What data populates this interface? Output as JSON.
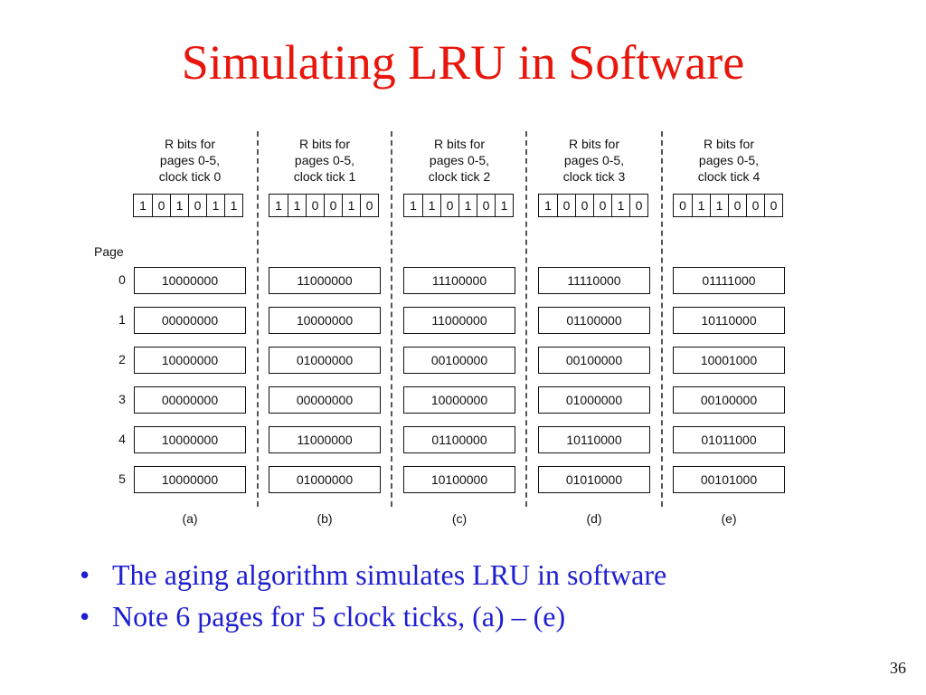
{
  "title": "Simulating LRU in Software",
  "page_label": "Page",
  "page_numbers": [
    "0",
    "1",
    "2",
    "3",
    "4",
    "5"
  ],
  "columns": [
    {
      "header": [
        "R bits for",
        "pages 0-5,",
        "clock tick 0"
      ],
      "r_bits": [
        "1",
        "0",
        "1",
        "0",
        "1",
        "1"
      ],
      "counters": [
        "10000000",
        "00000000",
        "10000000",
        "00000000",
        "10000000",
        "10000000"
      ],
      "label": "(a)"
    },
    {
      "header": [
        "R bits for",
        "pages 0-5,",
        "clock tick 1"
      ],
      "r_bits": [
        "1",
        "1",
        "0",
        "0",
        "1",
        "0"
      ],
      "counters": [
        "11000000",
        "10000000",
        "01000000",
        "00000000",
        "11000000",
        "01000000"
      ],
      "label": "(b)"
    },
    {
      "header": [
        "R bits for",
        "pages 0-5,",
        "clock tick 2"
      ],
      "r_bits": [
        "1",
        "1",
        "0",
        "1",
        "0",
        "1"
      ],
      "counters": [
        "11100000",
        "11000000",
        "00100000",
        "10000000",
        "01100000",
        "10100000"
      ],
      "label": "(c)"
    },
    {
      "header": [
        "R bits for",
        "pages 0-5,",
        "clock tick 3"
      ],
      "r_bits": [
        "1",
        "0",
        "0",
        "0",
        "1",
        "0"
      ],
      "counters": [
        "11110000",
        "01100000",
        "00100000",
        "01000000",
        "10110000",
        "01010000"
      ],
      "label": "(d)"
    },
    {
      "header": [
        "R bits for",
        "pages 0-5,",
        "clock tick 4"
      ],
      "r_bits": [
        "0",
        "1",
        "1",
        "0",
        "0",
        "0"
      ],
      "counters": [
        "01111000",
        "10110000",
        "10001000",
        "00100000",
        "01011000",
        "00101000"
      ],
      "label": "(e)"
    }
  ],
  "bullets": [
    "The aging algorithm simulates LRU in software",
    "Note 6 pages for 5 clock ticks, (a) – (e)"
  ],
  "slide_number": "36",
  "colors": {
    "title": "#e8160c",
    "bullets": "#1e1ed2"
  }
}
